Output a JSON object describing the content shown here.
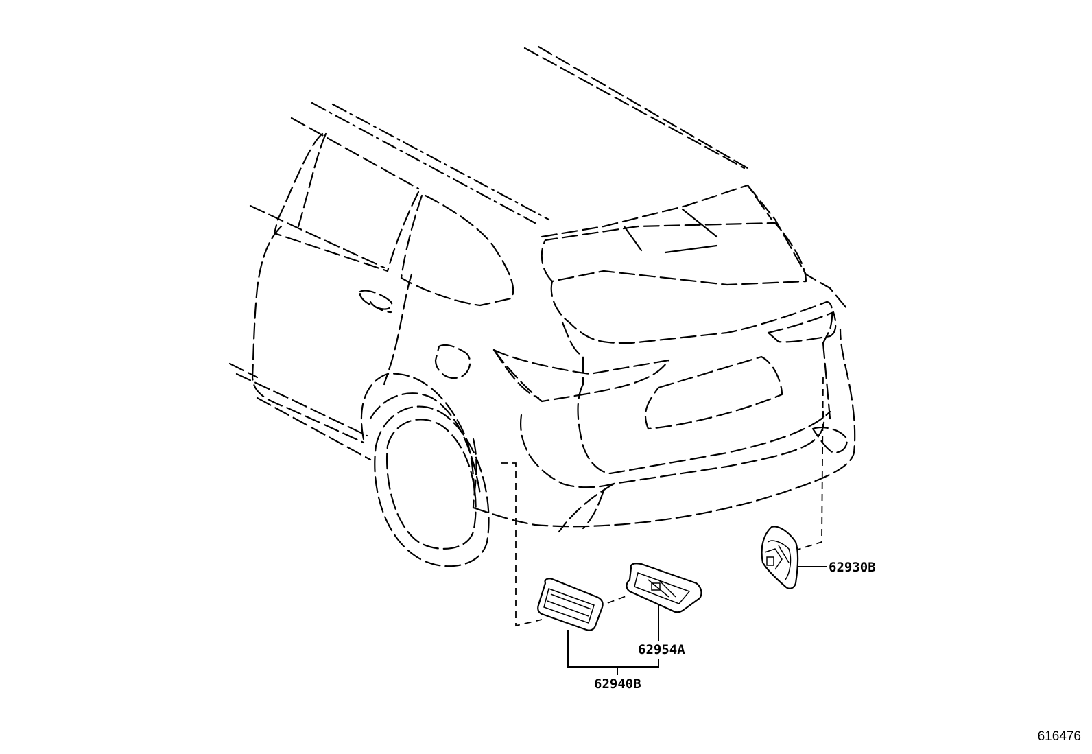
{
  "diagram": {
    "parts": [
      {
        "id": "part-1",
        "number": "62930B"
      },
      {
        "id": "part-2",
        "number": "62954A"
      },
      {
        "id": "part-3",
        "number": "62940B"
      }
    ],
    "reference_number": "616476"
  }
}
